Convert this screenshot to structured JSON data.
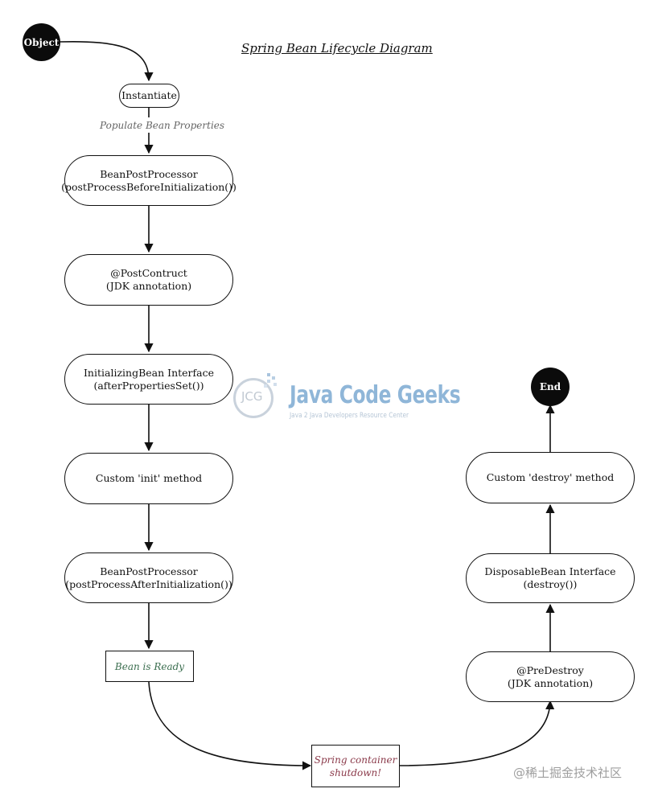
{
  "title": "Spring Bean Lifecycle Diagram",
  "nodes": {
    "start": "Object",
    "end": "End",
    "instantiate": "Instantiate",
    "bpp_before": [
      "BeanPostProcessor",
      "(postProcessBeforeInitialization())"
    ],
    "post_construct": [
      "@PostContruct",
      "(JDK annotation)"
    ],
    "initializing_bean": [
      "InitializingBean Interface",
      "(afterPropertiesSet())"
    ],
    "custom_init": "Custom 'init' method",
    "bpp_after": [
      "BeanPostProcessor",
      "(postProcessAfterInitialization())"
    ],
    "bean_ready": "Bean is Ready",
    "shutdown": [
      "Spring container",
      "shutdown!"
    ],
    "pre_destroy": [
      "@PreDestroy",
      "(JDK annotation)"
    ],
    "disposable_bean": [
      "DisposableBean Interface",
      "(destroy())"
    ],
    "custom_destroy": "Custom 'destroy' method"
  },
  "edge_labels": {
    "populate": "Populate Bean Properties"
  },
  "watermark": {
    "logo": "JCG",
    "name": "Java Code Geeks",
    "tagline": "Java 2 Java Developers Resource Center"
  },
  "credit": "@稀土掘金技术社区",
  "colors": {
    "ready_text": "#3b6e4f",
    "shutdown_text": "#8b3a4a",
    "watermark": "#8fb6d8"
  }
}
